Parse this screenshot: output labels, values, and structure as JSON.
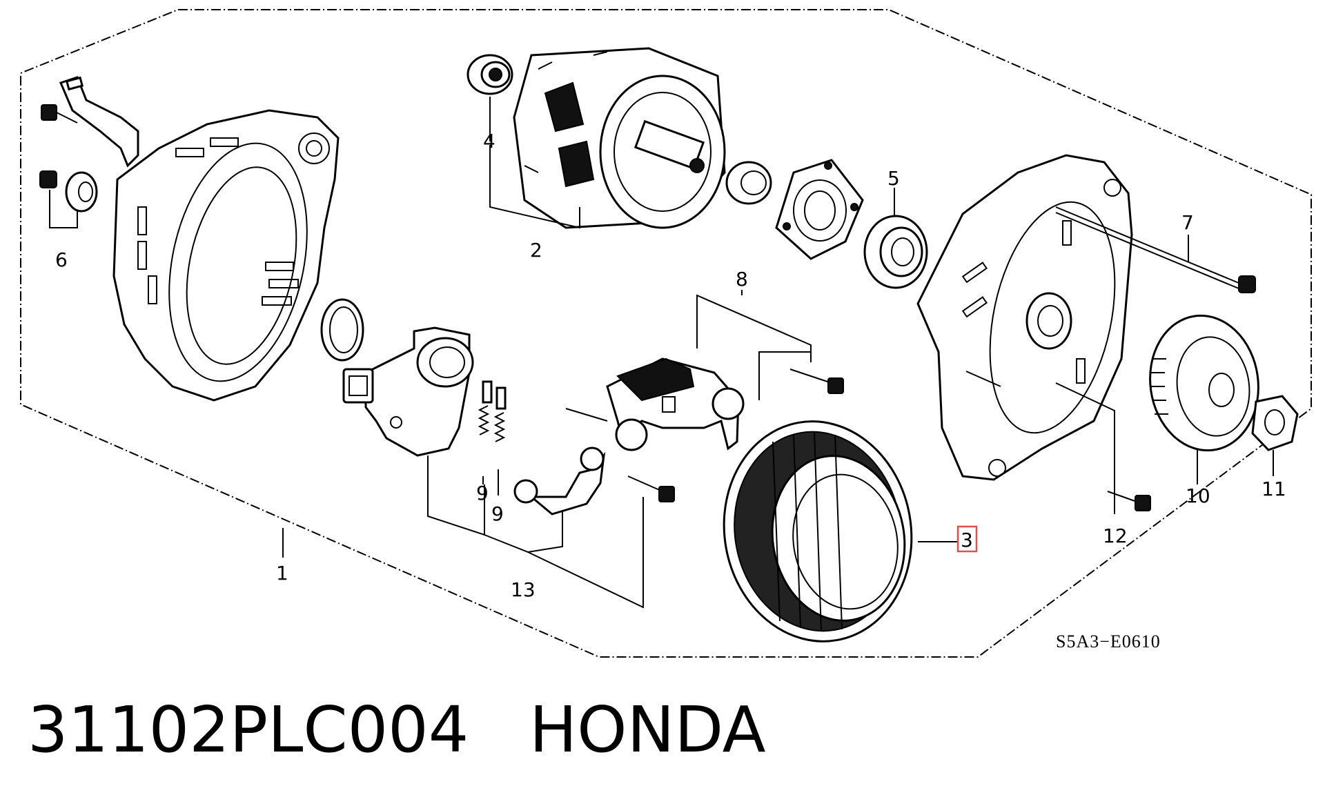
{
  "diagram": {
    "drawing_code": "S5A3−E0610",
    "callouts": [
      "1",
      "2",
      "3",
      "4",
      "5",
      "6",
      "7",
      "8",
      "9",
      "9",
      "10",
      "11",
      "12",
      "13"
    ],
    "highlighted_callout": "3"
  },
  "caption": {
    "text": "31102PLC004   HONDA"
  }
}
